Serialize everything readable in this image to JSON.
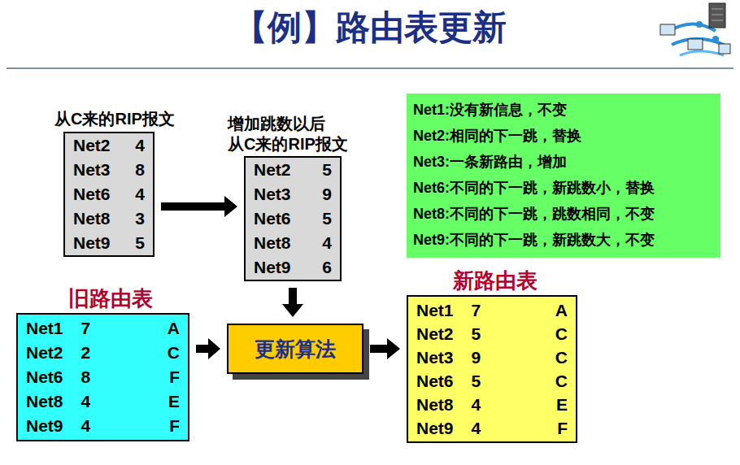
{
  "diagram": {
    "title": "【例】路由表更新",
    "nodes": [
      {
        "text": [
          "从C来的RIP报文",
          "Net2",
          "4",
          "Net3",
          "8",
          "Net6",
          "4",
          "Net8",
          "3",
          "Net9",
          "5"
        ]
      },
      {
        "text": [
          "增加跳数以后 从C来的RIP报文",
          "Net2",
          "5",
          "Net3",
          "9",
          "Net6",
          "5",
          "Net8",
          "4",
          "Net9",
          "6"
        ]
      },
      {
        "text": [
          "Net1:没有新信息，不变",
          "Net2:相同的下一跳，替换",
          "Net3:一条新路由，增加",
          "Net6:不同的下一跳，新跳数小，替换",
          "Net8:不同的下一跳，跳数相同，不变",
          "Net9:不同的下一跳，新跳数大，不变"
        ]
      },
      {
        "text": [
          "旧路由表",
          "Net1",
          "7",
          "A",
          "Net2",
          "2",
          "C",
          "Net6",
          "8",
          "F",
          "Net8",
          "4",
          "E",
          "Net9",
          "4",
          "F"
        ]
      },
      {
        "text": [
          "更新算法"
        ]
      },
      {
        "text": [
          "新路由表",
          "Net1",
          "7",
          "A",
          "Net2",
          "5",
          "C",
          "Net3",
          "9",
          "C",
          "Net6",
          "5",
          "C",
          "Net8",
          "4",
          "E",
          "Net9",
          "4",
          "F"
        ]
      }
    ],
    "edges": [
      {
        "from": 0,
        "to": 1,
        "arrow": "to"
      },
      {
        "from": 1,
        "to": 4,
        "arrow": "to"
      },
      {
        "from": 3,
        "to": 4,
        "arrow": "to"
      },
      {
        "from": 4,
        "to": 5,
        "arrow": "to"
      }
    ]
  }
}
